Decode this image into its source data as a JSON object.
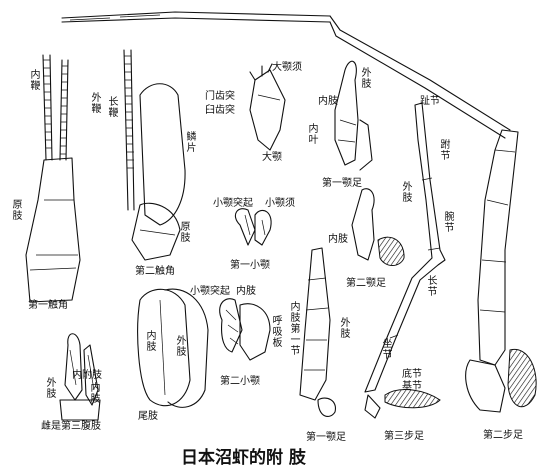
{
  "title": "日本沼虾的附 肢",
  "labels": {
    "fig_antennule": "第一触角",
    "inner_flagellum": "内鞭",
    "outer_flagellum": "外鞭",
    "protopodite_left": "原肢",
    "long_flagellum": "长鞭",
    "scale": "鳞片",
    "protopodite_antenna": "原肢",
    "fig_antenna": "第二触角",
    "incisor_process": "门齿突",
    "molar_process": "臼齿突",
    "palp_mandible": "大颚须",
    "fig_mandible": "大颚",
    "maxillule_process": "小颚突起",
    "maxillule_palp": "小颚须",
    "fig_maxillule": "第一小颚",
    "maxilla_process": "小颚突起",
    "endopodite_maxilla": "内肢",
    "respiratory_plate": "呼吸板",
    "fig_maxilla": "第二小颚",
    "mxp1_outer": "外肢",
    "mxp1_inner": "内肢",
    "mxp1_inner_lobe": "内叶",
    "fig_mxp1": "第一颚足",
    "mxp2_outer": "外肢",
    "mxp2_inner": "内肢",
    "fig_mxp2": "第二颚足",
    "mxp3_inner_first": "内肢第一节",
    "mxp3_outer": "外肢",
    "fig_mxp3": "第一颚足",
    "claw_segment": "趾节",
    "propodus": "跗节",
    "carpus": "腕节",
    "merus": "长节",
    "ischium": "坐节",
    "coxa": "底节",
    "basis": "基节",
    "fig_p3": "第三步足",
    "fig_p2": "第二步足",
    "uropod_inner": "内肢",
    "uropod_outer": "外肢",
    "uropod_protopodite": "尾肢",
    "pleopod_outer": "外肢",
    "pleopod_appendix": "内附肢",
    "pleopod_inner": "内肢",
    "fig_pleopod": "雌是第三腹肢"
  }
}
